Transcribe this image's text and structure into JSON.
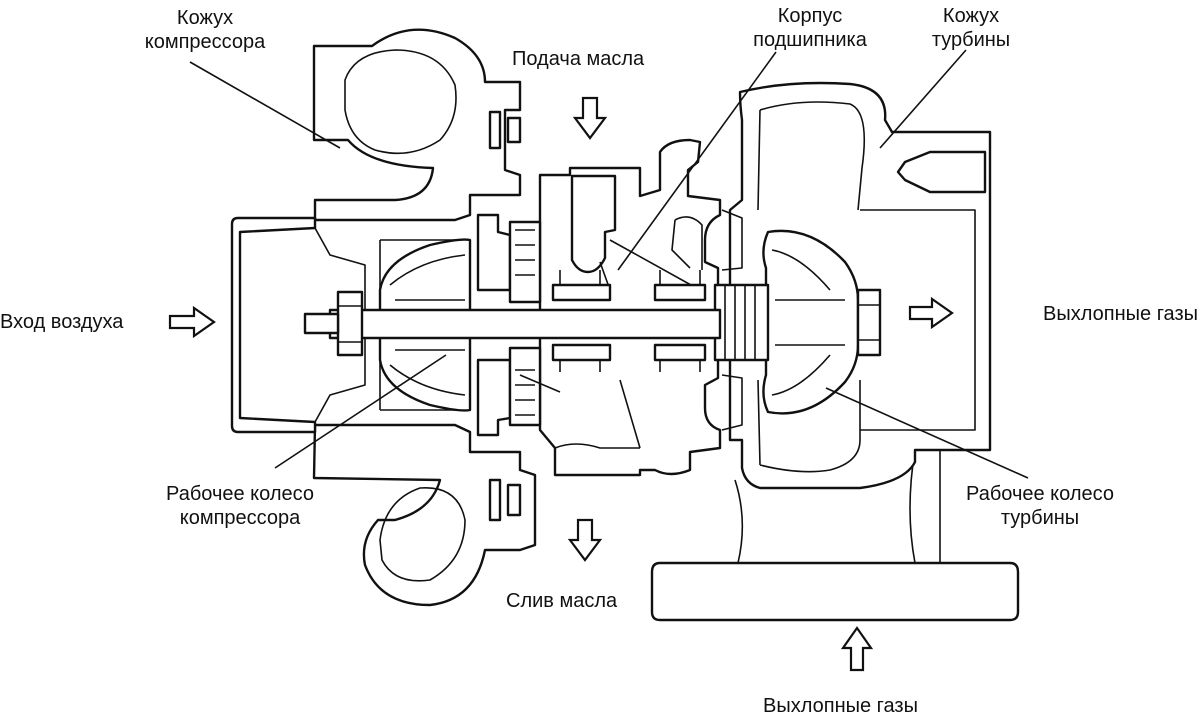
{
  "labels": {
    "compressor_housing": [
      "Кожух",
      "компрессора"
    ],
    "oil_supply": "Подача масла",
    "bearing_housing": [
      "Корпус",
      "подшипника"
    ],
    "turbine_housing": [
      "Кожух",
      "турбины"
    ],
    "air_inlet": "Вход воздуха",
    "exhaust_out": "Выхлопные газы",
    "compressor_wheel": [
      "Рабочее колесо",
      "компрессора"
    ],
    "turbine_wheel": [
      "Рабочее колесо",
      "турбины"
    ],
    "oil_drain": "Слив масла",
    "exhaust_in": "Выхлопные газы"
  }
}
